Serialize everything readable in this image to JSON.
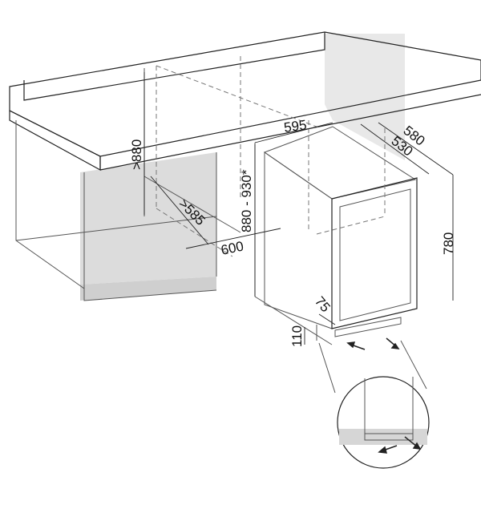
{
  "diagram": {
    "labels": {
      "cabinet_height": ">880",
      "cabinet_depth": ">585",
      "cabinet_width": "600",
      "niche_height": "880 - 930*",
      "appliance_width": "595",
      "appliance_depth_door": "580",
      "appliance_depth": "530",
      "appliance_height": "780",
      "door_recess": "75",
      "plinth_height": "110"
    },
    "colors": {
      "panel_gray": "#d9d9d9",
      "line": "#333333"
    }
  }
}
